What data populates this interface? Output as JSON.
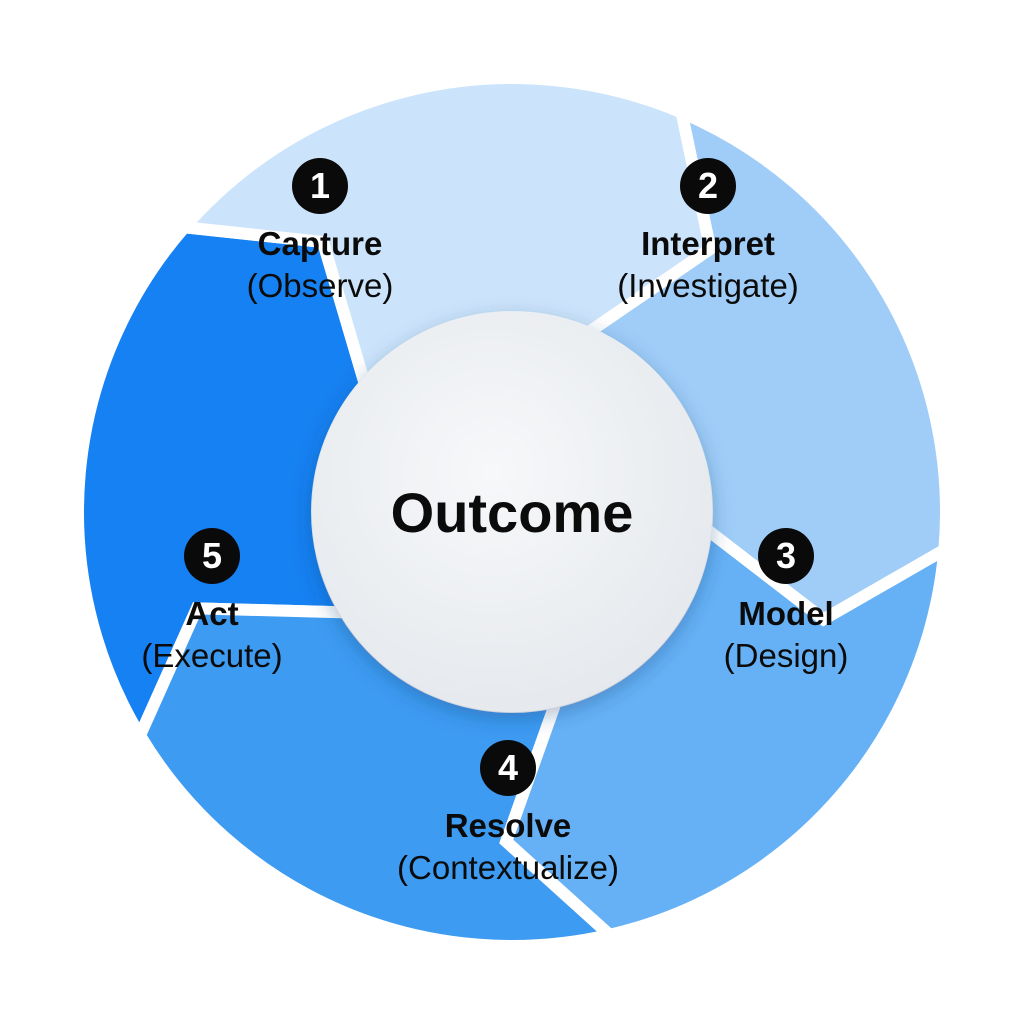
{
  "center": {
    "label": "Outcome"
  },
  "steps": [
    {
      "number": "1",
      "title": "Capture",
      "subtitle": "(Observe)"
    },
    {
      "number": "2",
      "title": "Interpret",
      "subtitle": "(Investigate)"
    },
    {
      "number": "3",
      "title": "Model",
      "subtitle": "(Design)"
    },
    {
      "number": "4",
      "title": "Resolve",
      "subtitle": "(Contextualize)"
    },
    {
      "number": "5",
      "title": "Act",
      "subtitle": "(Execute)"
    }
  ],
  "colors": {
    "step1": "#cce4fb",
    "step2": "#9fcdf8",
    "step3": "#66b1f6",
    "step4": "#3d9bf2",
    "step5": "#1681f2",
    "center_fill": "#eef1f4",
    "badge": "#0a0a0a",
    "separator": "#ffffff"
  }
}
